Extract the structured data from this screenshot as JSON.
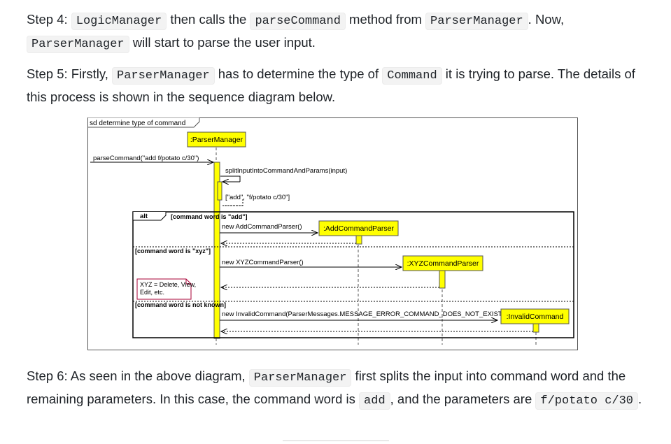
{
  "step4": {
    "lead": "Step 4: ",
    "code1": "LogicManager",
    "text1": " then calls the ",
    "code2": "parseCommand",
    "text2": " method from ",
    "code3": "ParserManager",
    "text3": ". Now, ",
    "code4": "ParserManager",
    "text4": " will start to parse the user input."
  },
  "step5": {
    "lead": "Step 5: Firstly, ",
    "code1": "ParserManager",
    "text1": " has to determine the type of ",
    "code2": "Command",
    "text2": " it is trying to parse. The details of this process is shown in the sequence diagram below."
  },
  "diagram": {
    "frame_title": "sd determine type of command",
    "participants": {
      "parser_manager": ":ParserManager",
      "add_parser": ":AddCommandParser",
      "xyz_parser": ":XYZCommandParser",
      "invalid_command": ":InvalidCommand"
    },
    "messages": {
      "parse_command": "parseCommand(\"add f/potato c/30\")",
      "split": "splitInputIntoCommandAndParams(input)",
      "split_return": "[\"add\", \"f/potato c/30\"]",
      "new_add": "new AddCommandParser()",
      "new_xyz": "new XYZCommandParser()",
      "new_invalid": "new InvalidCommand(ParserMessages.MESSAGE_ERROR_COMMAND_DOES_NOT_EXIST)"
    },
    "alt": {
      "label": "alt",
      "guard1": "[command word is \"add\"]",
      "guard2": "[command word is \"xyz\"]",
      "guard3": "[command word is not known]"
    },
    "note": {
      "line1": "XYZ = Delete, View,",
      "line2": "Edit, etc."
    }
  },
  "step6": {
    "lead": "Step 6: As seen in the above diagram, ",
    "code1": "ParserManager",
    "text1": " first splits the input into command word and the remaining parameters. In this case, the command word is ",
    "code2": "add",
    "text2": ", and the parameters are ",
    "code3": "f/potato c/30",
    "text3": "."
  },
  "colors": {
    "lifeline_box": "#ffff00",
    "note_border": "#a80036",
    "code_bg": "#f3f3f3"
  }
}
